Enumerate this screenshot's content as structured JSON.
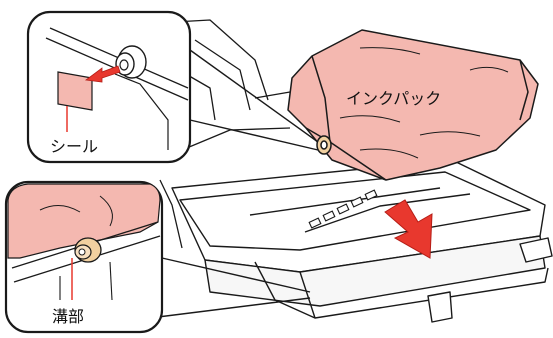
{
  "labels": {
    "ink_pack": "インクパック",
    "seal": "シール",
    "groove": "溝部"
  },
  "colors": {
    "ink_pack_fill": "#f4b8b0",
    "ink_pack_shadow": "#e9a39a",
    "arrow_red": "#e8382e",
    "outline": "#1a1a1a",
    "callout_bg": "#ffffff"
  },
  "icons": {
    "insert_arrow": "down-arrow-icon",
    "peel_arrow": "left-arrow-icon"
  }
}
